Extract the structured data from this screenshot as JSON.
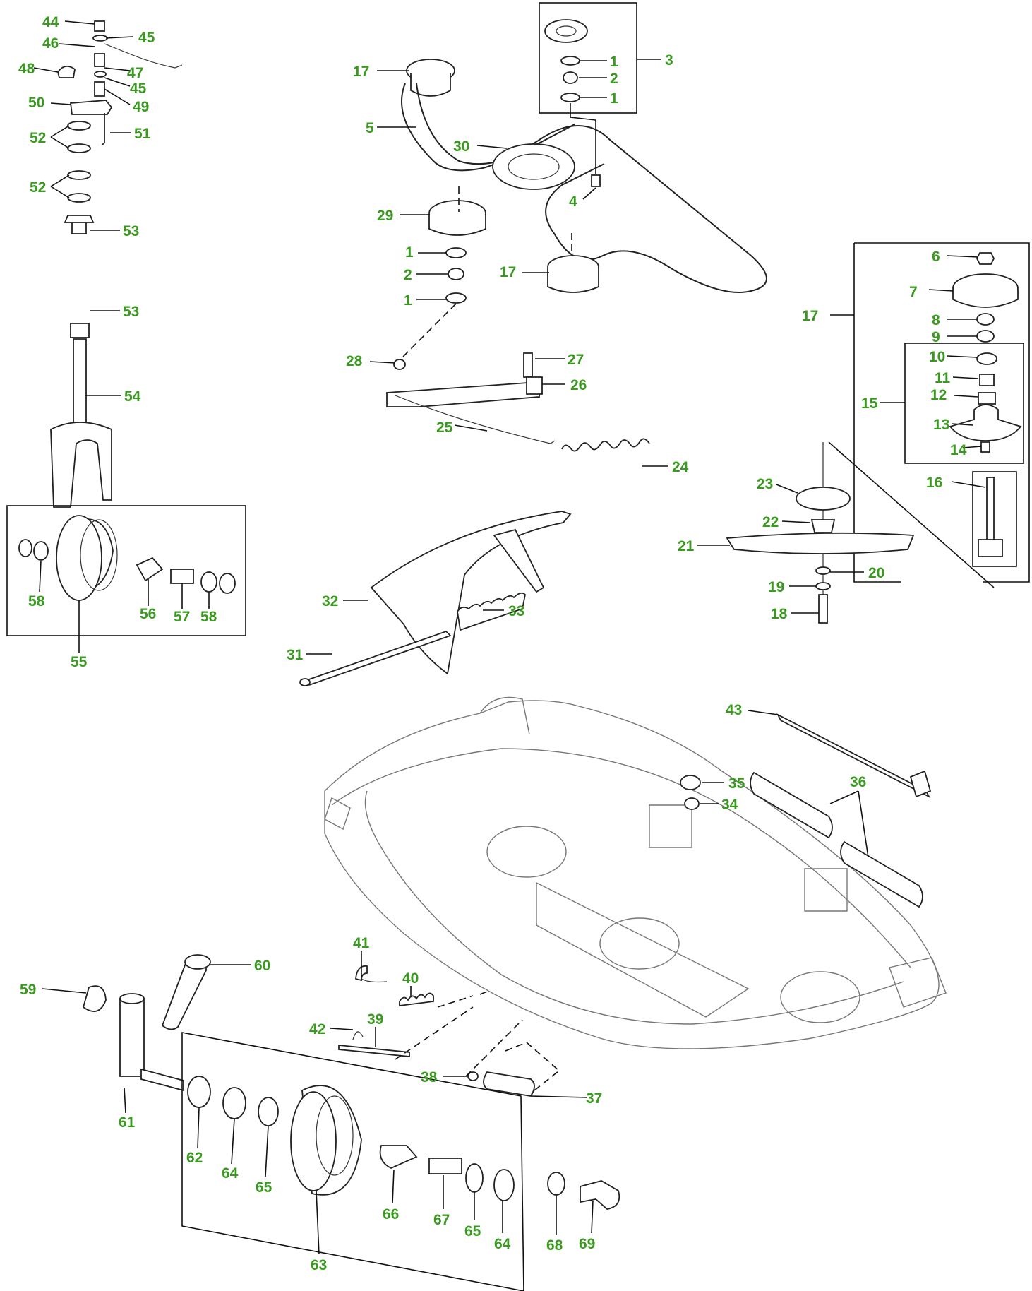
{
  "callouts": [
    {
      "id": "44",
      "text": "44"
    },
    {
      "id": "45a",
      "text": "45"
    },
    {
      "id": "46",
      "text": "46"
    },
    {
      "id": "47",
      "text": "47"
    },
    {
      "id": "48",
      "text": "48"
    },
    {
      "id": "45b",
      "text": "45"
    },
    {
      "id": "49",
      "text": "49"
    },
    {
      "id": "50",
      "text": "50"
    },
    {
      "id": "51",
      "text": "51"
    },
    {
      "id": "52a",
      "text": "52"
    },
    {
      "id": "52b",
      "text": "52"
    },
    {
      "id": "53a",
      "text": "53"
    },
    {
      "id": "53b",
      "text": "53"
    },
    {
      "id": "54",
      "text": "54"
    },
    {
      "id": "58a",
      "text": "58"
    },
    {
      "id": "56",
      "text": "56"
    },
    {
      "id": "57",
      "text": "57"
    },
    {
      "id": "58b",
      "text": "58"
    },
    {
      "id": "55",
      "text": "55"
    },
    {
      "id": "17a",
      "text": "17"
    },
    {
      "id": "5",
      "text": "5"
    },
    {
      "id": "30",
      "text": "30"
    },
    {
      "id": "29",
      "text": "29"
    },
    {
      "id": "1a",
      "text": "1"
    },
    {
      "id": "2a",
      "text": "2"
    },
    {
      "id": "1b",
      "text": "1"
    },
    {
      "id": "17b",
      "text": "17"
    },
    {
      "id": "4",
      "text": "4"
    },
    {
      "id": "28",
      "text": "28"
    },
    {
      "id": "27",
      "text": "27"
    },
    {
      "id": "26",
      "text": "26"
    },
    {
      "id": "25",
      "text": "25"
    },
    {
      "id": "24",
      "text": "24"
    },
    {
      "id": "3",
      "text": "3"
    },
    {
      "id": "1c",
      "text": "1"
    },
    {
      "id": "2b",
      "text": "2"
    },
    {
      "id": "1d",
      "text": "1"
    },
    {
      "id": "6",
      "text": "6"
    },
    {
      "id": "7",
      "text": "7"
    },
    {
      "id": "17c",
      "text": "17"
    },
    {
      "id": "8",
      "text": "8"
    },
    {
      "id": "9",
      "text": "9"
    },
    {
      "id": "10",
      "text": "10"
    },
    {
      "id": "11",
      "text": "11"
    },
    {
      "id": "12",
      "text": "12"
    },
    {
      "id": "15",
      "text": "15"
    },
    {
      "id": "13",
      "text": "13"
    },
    {
      "id": "14",
      "text": "14"
    },
    {
      "id": "16",
      "text": "16"
    },
    {
      "id": "23",
      "text": "23"
    },
    {
      "id": "22",
      "text": "22"
    },
    {
      "id": "21",
      "text": "21"
    },
    {
      "id": "20",
      "text": "20"
    },
    {
      "id": "19",
      "text": "19"
    },
    {
      "id": "18",
      "text": "18"
    },
    {
      "id": "32",
      "text": "32"
    },
    {
      "id": "33",
      "text": "33"
    },
    {
      "id": "31",
      "text": "31"
    },
    {
      "id": "43",
      "text": "43"
    },
    {
      "id": "35",
      "text": "35"
    },
    {
      "id": "36",
      "text": "36"
    },
    {
      "id": "34",
      "text": "34"
    },
    {
      "id": "41",
      "text": "41"
    },
    {
      "id": "40",
      "text": "40"
    },
    {
      "id": "42",
      "text": "42"
    },
    {
      "id": "39",
      "text": "39"
    },
    {
      "id": "38",
      "text": "38"
    },
    {
      "id": "37",
      "text": "37"
    },
    {
      "id": "60",
      "text": "60"
    },
    {
      "id": "59",
      "text": "59"
    },
    {
      "id": "61",
      "text": "61"
    },
    {
      "id": "62",
      "text": "62"
    },
    {
      "id": "64a",
      "text": "64"
    },
    {
      "id": "65a",
      "text": "65"
    },
    {
      "id": "63",
      "text": "63"
    },
    {
      "id": "66",
      "text": "66"
    },
    {
      "id": "67",
      "text": "67"
    },
    {
      "id": "65b",
      "text": "65"
    },
    {
      "id": "64b",
      "text": "64"
    },
    {
      "id": "68",
      "text": "68"
    },
    {
      "id": "69",
      "text": "69"
    }
  ],
  "colors": {
    "callout": "#3a9a1f",
    "line": "#111111",
    "deck": "#777777"
  }
}
